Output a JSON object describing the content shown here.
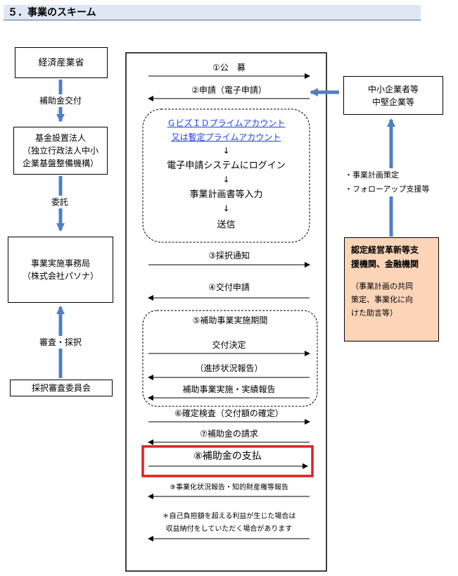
{
  "header": {
    "title": "５．事業のスキーム"
  },
  "left": {
    "ministry": "経済産業省",
    "arrow1_label": "補助金交付",
    "fund": [
      "基金設置法人",
      "（独立行政法人中小",
      "企業基盤整備機構）"
    ],
    "arrow2_label": "委託",
    "office": [
      "事業実施事務局",
      "（株式会社パソナ）"
    ],
    "arrow3_label": "審査・採択",
    "committee": "採択審査委員会"
  },
  "right": {
    "smes": [
      "中小企業者等",
      "中堅企業等"
    ],
    "bullets": [
      "・事業計画策定",
      "・フォローアップ支援等"
    ],
    "support_title": [
      "認定経営革新等支",
      "援機関、金融機関"
    ],
    "support_desc": [
      "（事業計画の共同",
      "策定、事業化に向",
      "けた助言等）"
    ]
  },
  "center": {
    "step1": "①公　募",
    "step2": "②申請（電子申請）",
    "process": {
      "link1": "ＧビズＩＤプライムアカウント",
      "link2": "又は暫定プライムアカウント",
      "down_arrow": "↓",
      "item1": "電子申請システムにログイン",
      "item2": "事業計画書等入力",
      "item3": "送信"
    },
    "step3": "③採択通知",
    "step4": "④交付申請",
    "period": {
      "title": "⑤補助事業実施期間",
      "decision": "交付決定",
      "progress": "（進捗状況報告）",
      "report": "補助事業実施・実績報告"
    },
    "step6": "⑥確定検査（交付額の確定）",
    "step7": "⑦補助金の請求",
    "step8": "⑧補助金の支払",
    "step9": "⑨事業化状況報告・知的財産権等報告",
    "note": [
      "＊自己負担額を超える利益が生じた場合は",
      "収益納付をしていただく場合があります"
    ]
  },
  "colors": {
    "header_bg": "#dfe7f5",
    "blue_arrow": "#4f80c0",
    "support_bg": "#fcd5b8",
    "highlight": "#e02020"
  }
}
